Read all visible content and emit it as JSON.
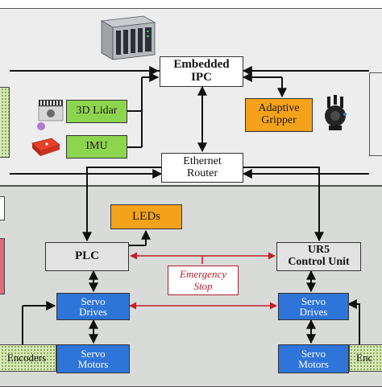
{
  "nodes": {
    "ipc": {
      "line1": "Embedded",
      "line2": "IPC"
    },
    "lidar": "3D Lidar",
    "imu": "IMU",
    "router": {
      "line1": "Ethernet",
      "line2": "Router"
    },
    "gripper": {
      "line1": "Adaptive",
      "line2": "Gripper"
    },
    "leds": "LEDs",
    "plc": "PLC",
    "ur5": {
      "line1": "UR5",
      "line2": "Control Unit"
    },
    "emergency": {
      "line1": "Emergency",
      "line2": "Stop"
    },
    "servo_drives_left": {
      "line1": "Servo",
      "line2": "Drives"
    },
    "servo_drives_right": {
      "line1": "Servo",
      "line2": "Drives"
    },
    "servo_motors_left": {
      "line1": "Servo",
      "line2": "Motors"
    },
    "servo_motors_right": {
      "line1": "Servo",
      "line2": "Motors"
    },
    "encoders_left": "Encoders",
    "encoders_right": "Enc"
  },
  "colors": {
    "sensor_green": "#8ed54f",
    "gripper_orange": "#f4a21a",
    "servo_blue": "#2f74d8",
    "emergency_red": "#b0202a",
    "top_panel": "#ededed",
    "bottom_panel": "#d9dbd9"
  },
  "icons": [
    "industrial-pc-icon",
    "lidar-sensor-icon",
    "imu-sensor-icon",
    "gripper-icon"
  ]
}
